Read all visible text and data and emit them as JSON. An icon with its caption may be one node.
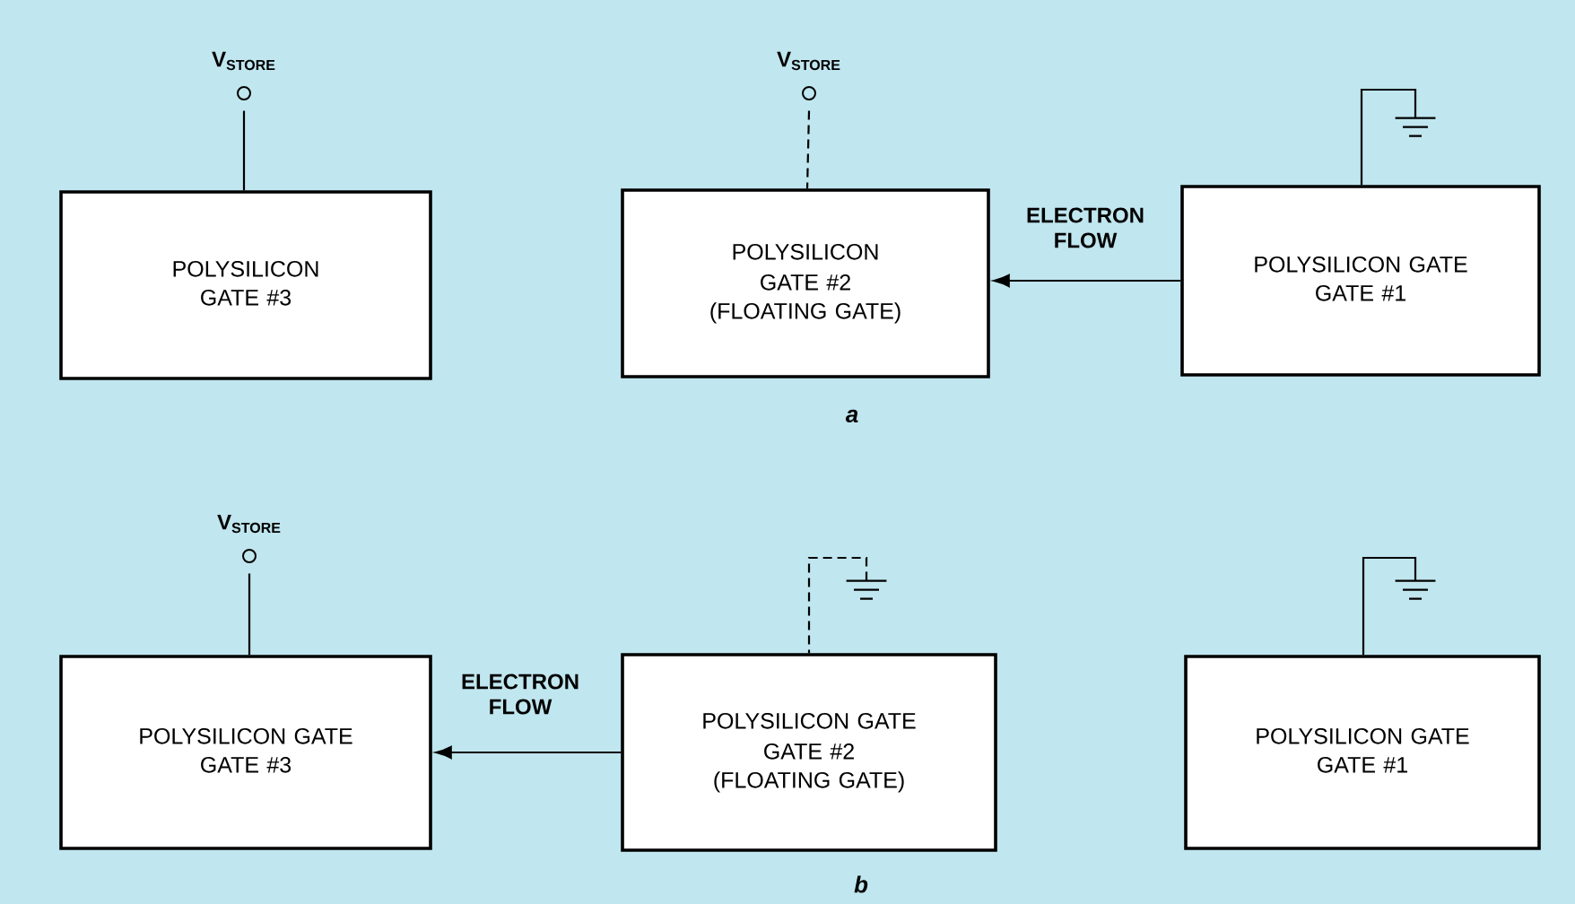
{
  "diagram": {
    "nodes": [
      {
        "text": [
          "POLYSILICON",
          "GATE #3"
        ]
      },
      {
        "text": [
          "POLYSILICON",
          "GATE #2 (FLOATING GATE)"
        ]
      },
      {
        "text": [
          "POLYSILICON GATE",
          "GATE #1"
        ]
      },
      {
        "text": [
          "POLYSILICON GATE",
          "GATE #3"
        ]
      },
      {
        "text": [
          "POLYSILICON GATE",
          "GATE #2 (FLOATING GATE)"
        ]
      },
      {
        "text": [
          "POLYSILICON GATE",
          "GATE #1"
        ]
      },
      {
        "text": [
          "V$_{STORE}$"
        ]
      },
      {
        "text": [
          "V$_{STORE}$"
        ]
      },
      {
        "text": [],
        "shape": "ground"
      },
      {
        "text": [
          "V$_{STORE}$"
        ]
      },
      {
        "text": [],
        "shape": "ground"
      },
      {
        "text": [],
        "shape": "ground"
      }
    ],
    "edges": [
      {
        "from": 6,
        "to": 0,
        "arrow": "none"
      },
      {
        "from": 7,
        "to": 1,
        "arrow": "none",
        "style": "dashed"
      },
      {
        "from": 8,
        "to": 2,
        "arrow": "none"
      },
      {
        "from": 2,
        "to": 1,
        "arrow": "to",
        "label": "ELECTRON FLOW"
      },
      {
        "from": 9,
        "to": 3,
        "arrow": "none"
      },
      {
        "from": 10,
        "to": 4,
        "arrow": "none",
        "style": "dashed"
      },
      {
        "from": 11,
        "to": 5,
        "arrow": "none"
      },
      {
        "from": 4,
        "to": 3,
        "arrow": "to",
        "label": "ELECTRON FLOW"
      }
    ],
    "labels": [
      "a",
      "b"
    ]
  }
}
